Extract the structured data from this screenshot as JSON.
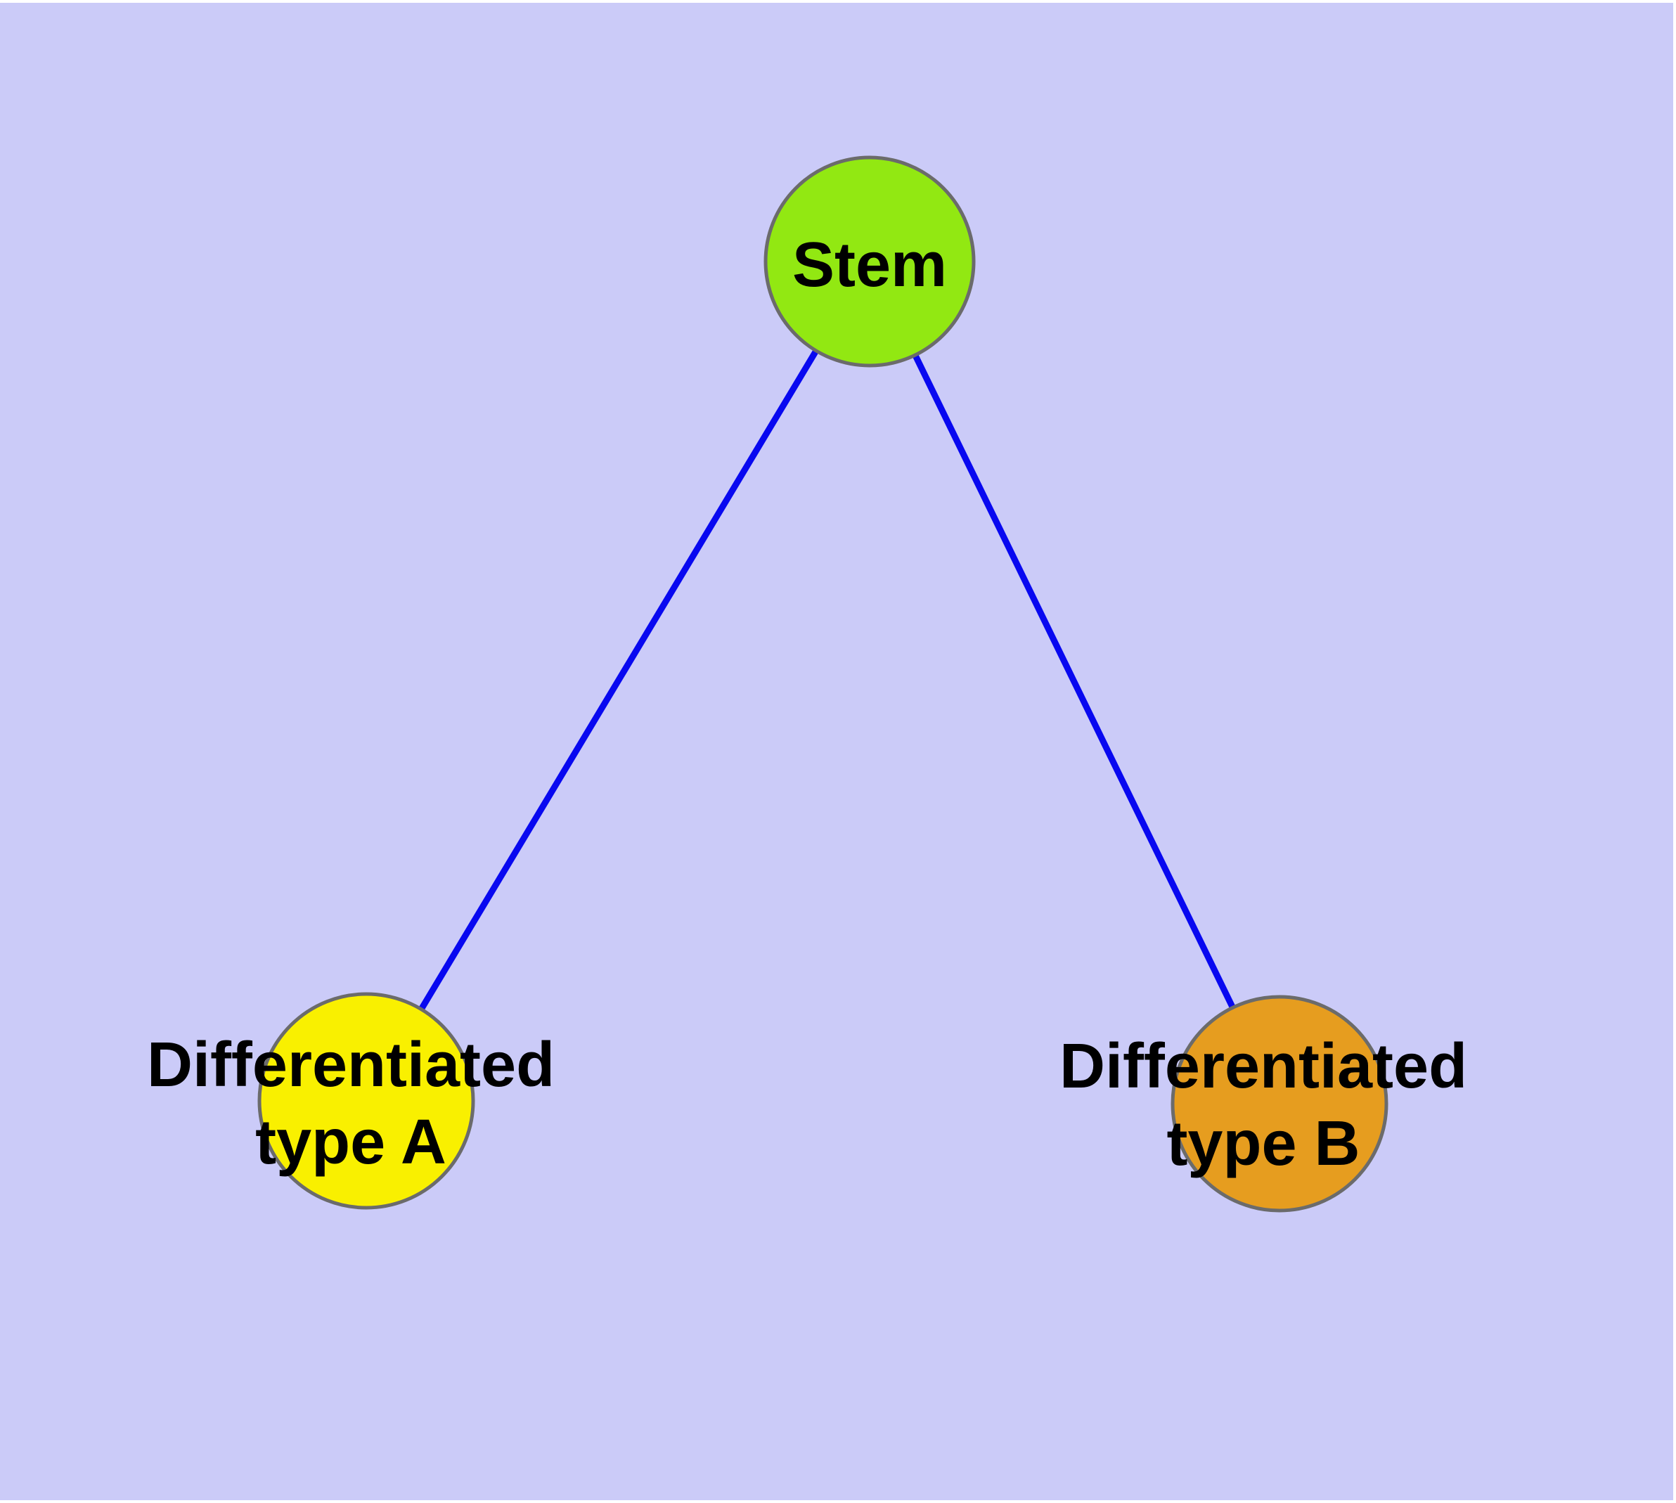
{
  "diagram": {
    "type": "node-link-graph",
    "colors": {
      "field_background": "#cbcbf8",
      "page_margin": "#ffffff",
      "node_border": "#6b6b6b",
      "label_text": "#000000"
    },
    "nodes": {
      "stem": {
        "label": "Stem",
        "fill": "#92e812"
      },
      "type_a": {
        "label_line1": "Differentiated",
        "label_line2": "type A",
        "fill": "#f9f000"
      },
      "type_b": {
        "label_line1": "Differentiated",
        "label_line2": "type B",
        "fill": "#e69d1f"
      }
    },
    "edges": {
      "color": "#0808f0",
      "list": [
        {
          "from": "Stem",
          "to": "Differentiated type A"
        },
        {
          "from": "Stem",
          "to": "Differentiated type B"
        }
      ]
    }
  }
}
